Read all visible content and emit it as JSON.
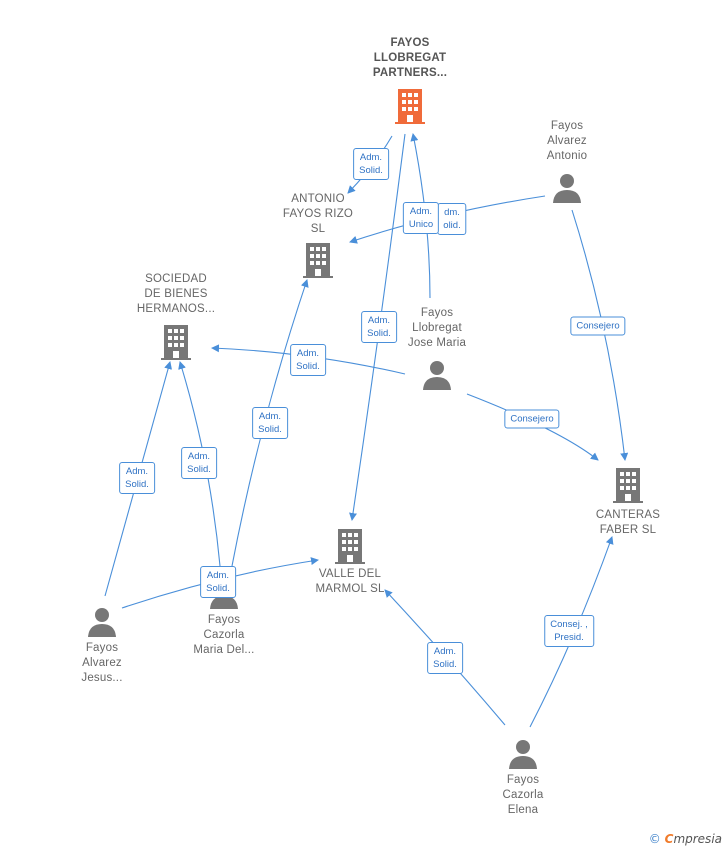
{
  "colors": {
    "edge": "#4a8fd9",
    "main_company": "#f06b3a",
    "company": "#777777",
    "person": "#777777"
  },
  "nodes": {
    "fayos_llobregat_partners": {
      "type": "company",
      "main": true,
      "lines": [
        "FAYOS",
        "LLOBREGAT",
        "PARTNERS..."
      ],
      "icon": "building-icon"
    },
    "antonio_fayos_rizo": {
      "type": "company",
      "lines": [
        "ANTONIO",
        "FAYOS RIZO",
        "SL"
      ],
      "icon": "building-icon"
    },
    "sociedad_bienes": {
      "type": "company",
      "lines": [
        "SOCIEDAD",
        "DE BIENES",
        "HERMANOS..."
      ],
      "icon": "building-icon"
    },
    "canteras_faber": {
      "type": "company",
      "lines": [
        "CANTERAS",
        "FABER SL"
      ],
      "icon": "building-icon"
    },
    "valle_marmol": {
      "type": "company",
      "lines": [
        "VALLE DEL",
        "MARMOL  SL"
      ],
      "icon": "building-icon"
    },
    "fayos_alvarez_antonio": {
      "type": "person",
      "lines": [
        "Fayos",
        "Alvarez",
        "Antonio"
      ],
      "icon": "person-icon"
    },
    "fayos_llobregat_jose": {
      "type": "person",
      "lines": [
        "Fayos",
        "Llobregat",
        "Jose Maria"
      ],
      "icon": "person-icon"
    },
    "fayos_alvarez_jesus": {
      "type": "person",
      "lines": [
        "Fayos",
        "Alvarez",
        "Jesus..."
      ],
      "icon": "person-icon"
    },
    "fayos_cazorla_maria": {
      "type": "person",
      "lines": [
        "Fayos",
        "Cazorla",
        "Maria Del..."
      ],
      "icon": "person-icon"
    },
    "fayos_cazorla_elena": {
      "type": "person",
      "lines": [
        "Fayos",
        "Cazorla",
        "Elena"
      ],
      "icon": "person-icon"
    }
  },
  "edge_labels": {
    "adm_solid": [
      "Adm.",
      "Solid."
    ],
    "adm_unico": [
      "Adm.",
      "Unico"
    ],
    "consejero": [
      "Consejero"
    ],
    "consej_presid": [
      "Consej. ,",
      "Presid."
    ],
    "adm_solid_partial": [
      "dm.",
      "olid."
    ]
  },
  "footer": {
    "copyright": "©",
    "brand_initial": "C",
    "brand_rest": "mpresia"
  }
}
